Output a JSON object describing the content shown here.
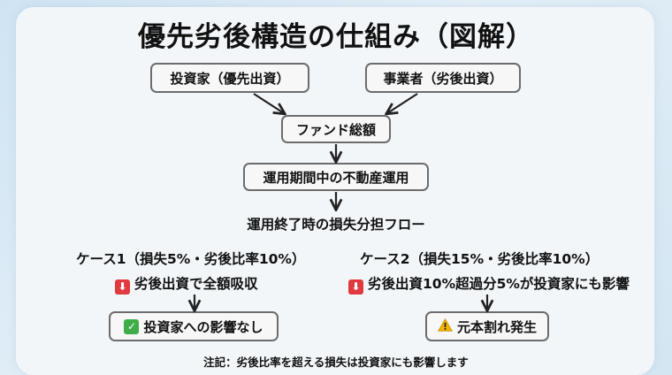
{
  "title": "優先劣後構造の仕組み（図解）",
  "nodes": {
    "investor": "投資家（優先出資）",
    "operator": "事業者（劣後出資）",
    "fund_total": "ファンド総額",
    "operation": "運用期間中の不動産運用",
    "flow_label": "運用終了時の損失分担フロー"
  },
  "case1": {
    "title": "ケース1（損失5%・劣後比率10%）",
    "step": "劣後出資で全額吸収",
    "result": "投資家への影響なし"
  },
  "case2": {
    "title": "ケース2（損失15%・劣後比率10%）",
    "step": "劣後出資10%超過分5%が投資家にも影響",
    "result": "元本割れ発生"
  },
  "note": "注記：劣後比率を超える損失は投資家にも影響します",
  "icons": {
    "down": "down-arrow-icon",
    "check": "check-icon",
    "warning": "warning-icon"
  },
  "colors": {
    "box_border": "#6c6c6c",
    "down_badge": "#e0393e",
    "check_badge": "#3fae49",
    "warning": "#f4b400"
  }
}
